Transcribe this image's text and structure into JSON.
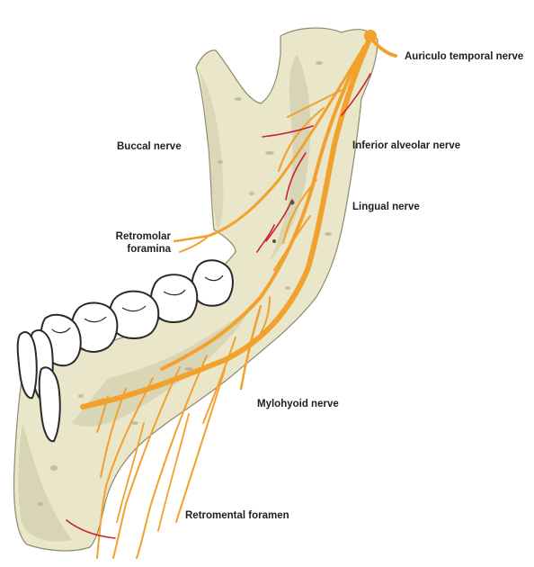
{
  "labels": {
    "auriculo_temporal": "Auriculo temporal nerve",
    "buccal": "Buccal nerve",
    "inferior_alveolar": "Inferior alveolar nerve",
    "lingual": "Lingual nerve",
    "retromolar_line1": "Retromolar",
    "retromolar_line2": "foramina",
    "mylohyoid": "Mylohyoid nerve",
    "retromental": "Retromental foramen"
  },
  "colors": {
    "bone_fill": "#e9e6c9",
    "bone_shade": "#c9c6a4",
    "bone_outline": "#8d8a6c",
    "nerve": "#f2a12c",
    "artery": "#c8242c",
    "tooth": "#ffffff",
    "tooth_outline": "#2a2a2a",
    "label_text": "#1f1f1f"
  }
}
